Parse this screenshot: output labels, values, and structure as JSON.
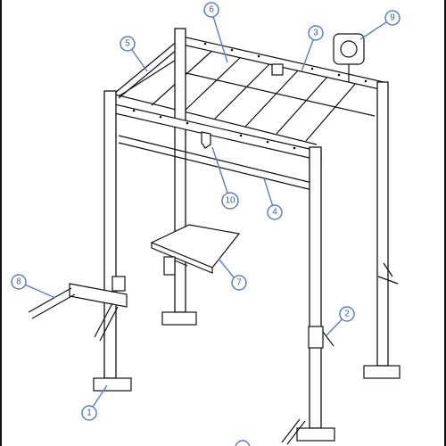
{
  "callouts": [
    {
      "id": "1",
      "label": "1"
    },
    {
      "id": "2",
      "label": "2"
    },
    {
      "id": "3",
      "label": "3"
    },
    {
      "id": "4",
      "label": "4"
    },
    {
      "id": "5",
      "label": "5"
    },
    {
      "id": "6",
      "label": "6"
    },
    {
      "id": "7",
      "label": "7"
    },
    {
      "id": "8",
      "label": "8"
    },
    {
      "id": "9",
      "label": "9"
    },
    {
      "id": "10",
      "label": "10"
    }
  ],
  "colors": {
    "line": "#111111",
    "callout": "#5a7fc8"
  }
}
